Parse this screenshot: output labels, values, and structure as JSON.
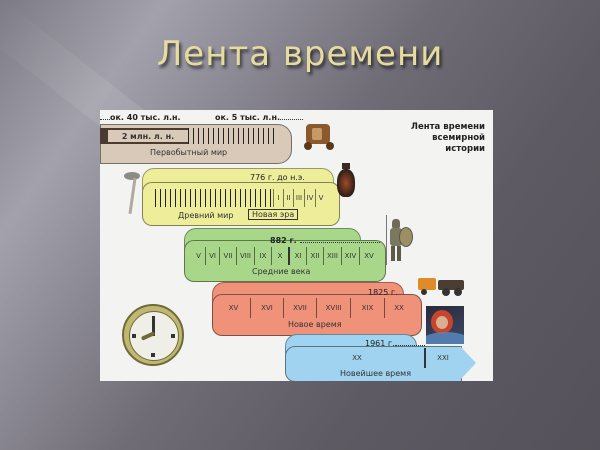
{
  "slide": {
    "title": "Лента времени",
    "title_color": "#e6dca0"
  },
  "picture": {
    "caption_lines": [
      "Лента времени",
      "всемирной",
      "истории"
    ],
    "bands": [
      {
        "name": "Первобытный мир",
        "color": "#d9c9b8",
        "markers": [
          "ок. 40 тыс. л.н.",
          "ок. 5 тыс. л.н."
        ],
        "inner_label": "2 млн. л. н."
      },
      {
        "name": "Древний мир",
        "color": "#eeed9a",
        "marker": "776 г. до н.э.",
        "era_box": "Новая эра",
        "centuries": [
          "I",
          "II",
          "III",
          "IV",
          "V"
        ]
      },
      {
        "name": "Средние века",
        "color": "#a9d78a",
        "marker": "882 г.",
        "centuries": [
          "V",
          "VI",
          "VII",
          "VIII",
          "IX",
          "X",
          "XI",
          "XII",
          "XIII",
          "XIV",
          "XV"
        ]
      },
      {
        "name": "Новое время",
        "color": "#f0917a",
        "marker": "1825 г.",
        "centuries": [
          "XV",
          "XVI",
          "XVII",
          "XVIII",
          "XIX",
          "XX"
        ]
      },
      {
        "name": "Новейшее время",
        "color": "#9fd3ef",
        "marker": "1961 г.",
        "centuries": [
          "XX",
          "XXI"
        ]
      }
    ],
    "illustrations": [
      "stone-axe",
      "wooden-cart",
      "greek-amphora",
      "medieval-warrior",
      "steam-locomotive",
      "cosmonaut-portrait",
      "wall-clock"
    ]
  }
}
